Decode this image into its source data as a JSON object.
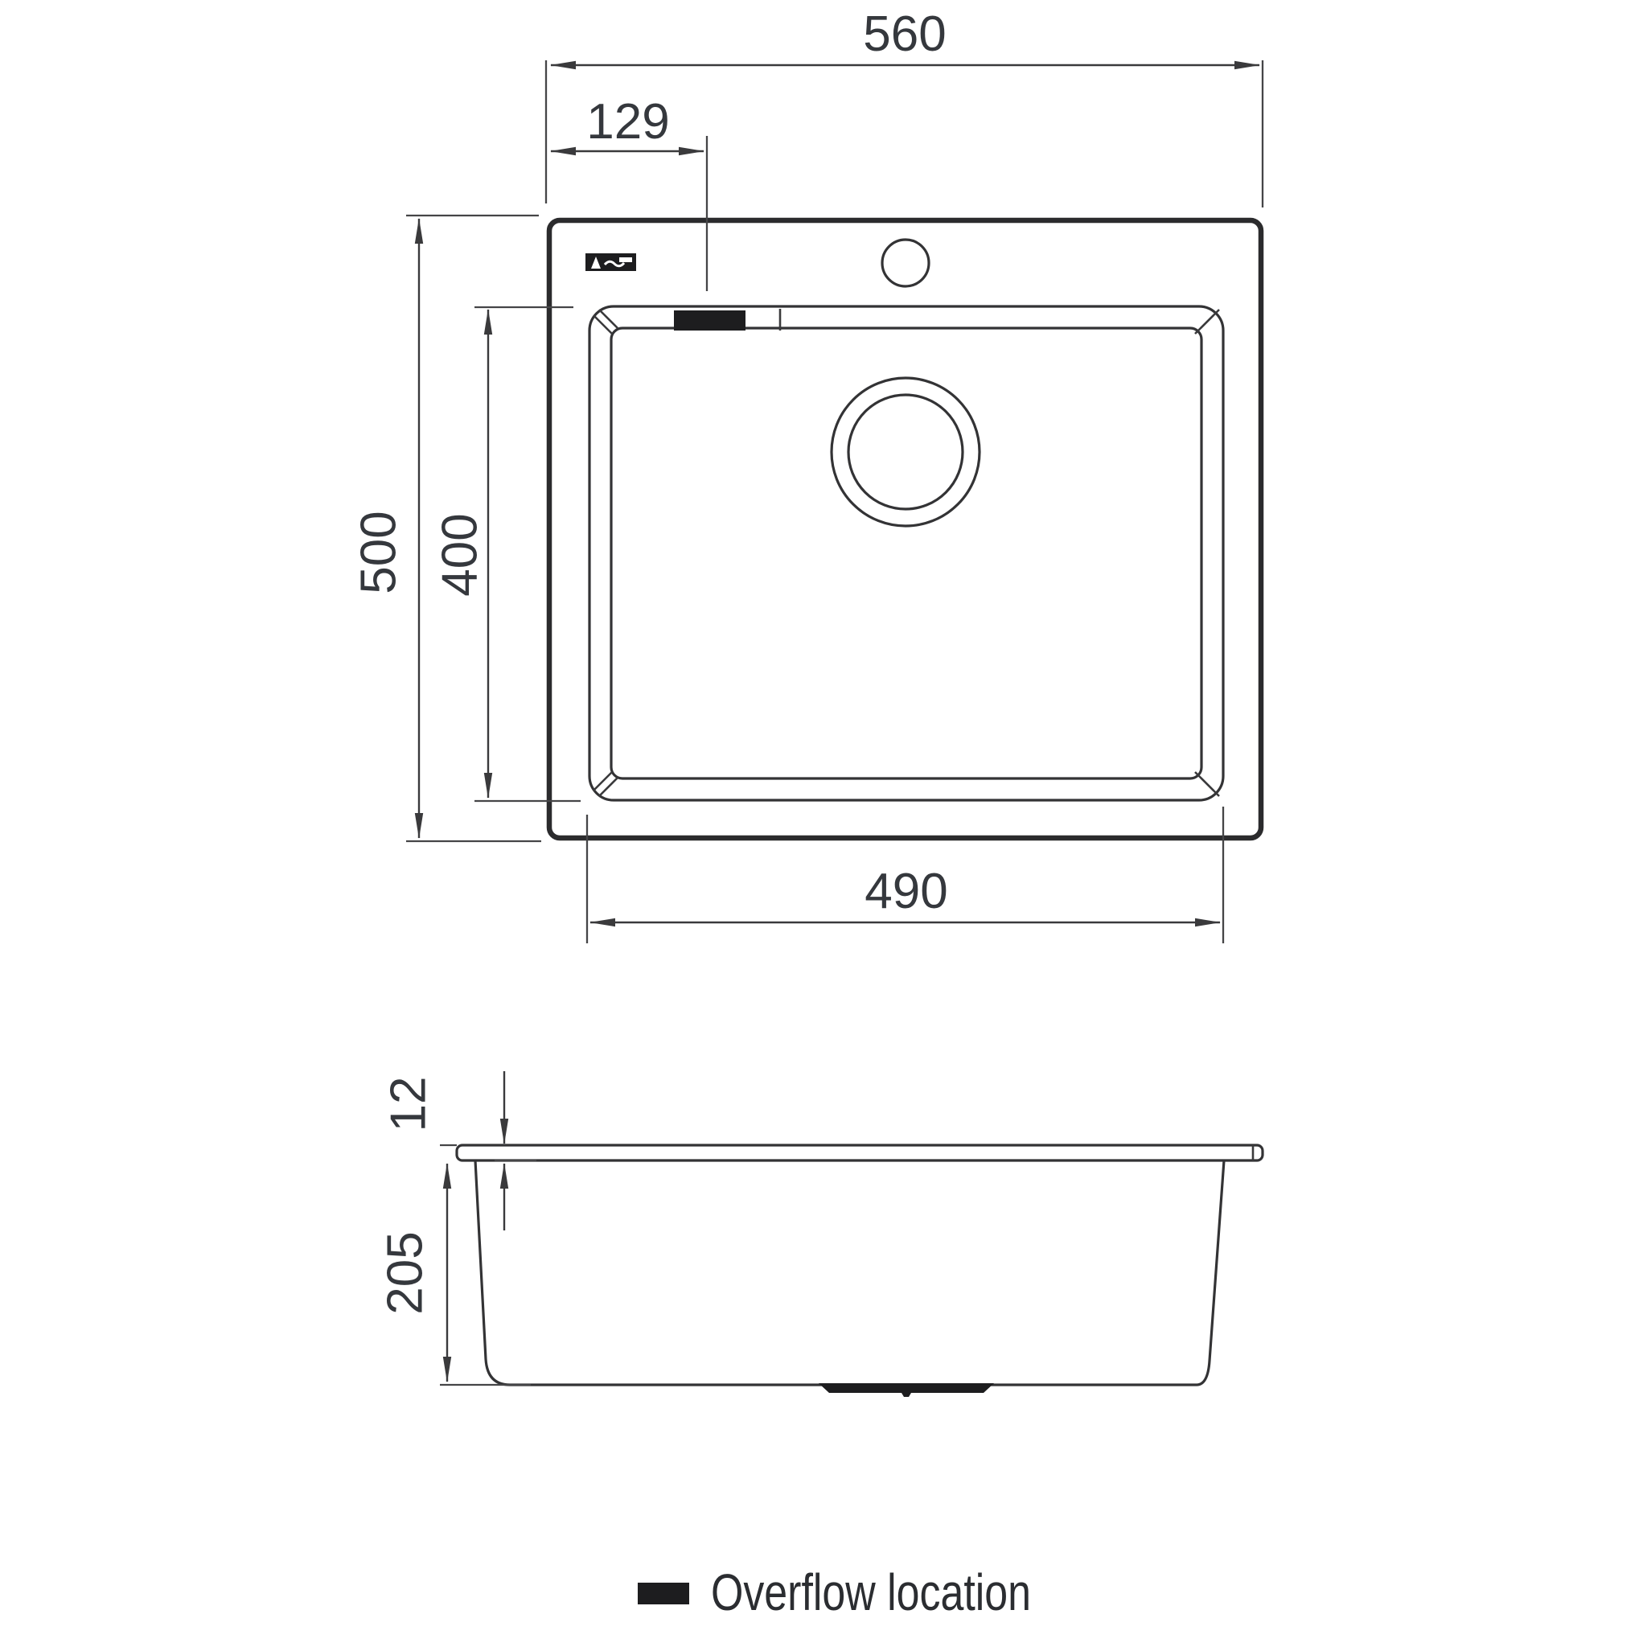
{
  "top_view": {
    "width_label": "560",
    "overflow_offset_label": "129",
    "height_label": "500",
    "bowl_height_label": "400",
    "bowl_width_label": "490"
  },
  "side_view": {
    "rim_thickness_label": "12",
    "depth_label": "205"
  },
  "legend": {
    "label": "Overflow location"
  },
  "icons": {
    "overflow_marker": "black-rectangle-marker",
    "drain": "concentric-circles",
    "faucet_hole": "circle",
    "brand_logo": "black-badge-logo"
  },
  "colors": {
    "background": "#ffffff",
    "line": "#3a3a3c",
    "line_heavy": "#2b2b2d",
    "dim_text": "#35383d",
    "marker_fill": "#1d1d1f",
    "legend_text": "#2b2d31"
  }
}
